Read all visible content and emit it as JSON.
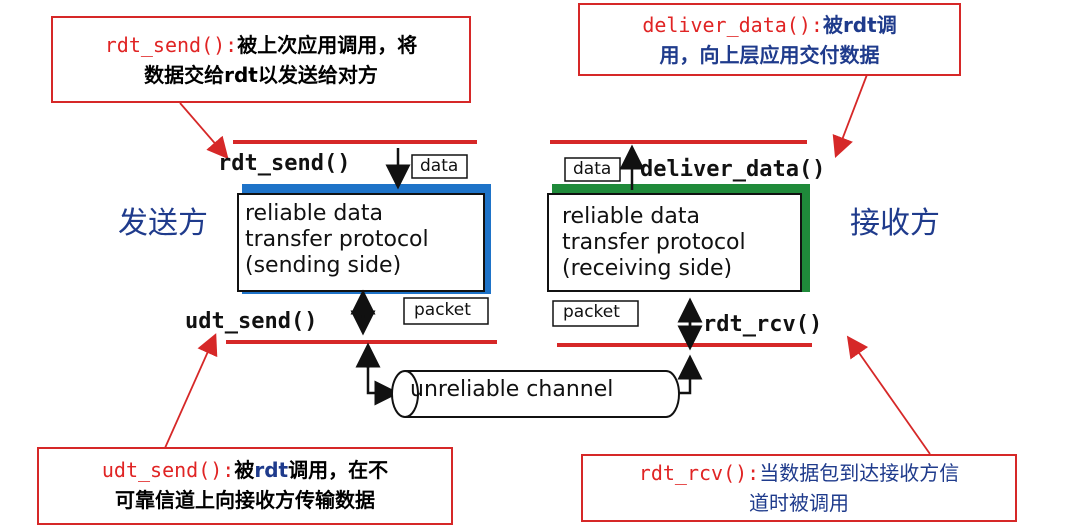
{
  "sender_label": "发送方",
  "receiver_label": "接收方",
  "calls": {
    "rdt_send": "rdt_send()",
    "udt_send": "udt_send()",
    "deliver_data": "deliver_data()",
    "rdt_rcv": "rdt_rcv()"
  },
  "tags": {
    "data": "data",
    "packet": "packet"
  },
  "sender_protocol": [
    "reliable data",
    "transfer protocol",
    "(sending side)"
  ],
  "receiver_protocol": [
    "reliable data",
    "transfer protocol",
    "(receiving side)"
  ],
  "channel": "unreliable channel",
  "callouts": {
    "rdt_send": {
      "fn": "rdt_send():",
      "line1": "被上次应用调用，将",
      "line2": "数据交给rdt以发送给对方"
    },
    "deliver_data": {
      "fn": "deliver_data():",
      "line1_a": "被",
      "line1_b": "rdt",
      "line1_c": "调",
      "line2": "用，向上层应用交付数据"
    },
    "udt_send": {
      "fn": "udt_send():",
      "line1_a": "被",
      "line1_b": "rdt",
      "line1_c": "调用，在不",
      "line2": "可靠信道上向接收方传输数据"
    },
    "rdt_rcv": {
      "fn": "rdt_rcv():",
      "line1": "当数据包到达接收方信",
      "line2": "道时被调用"
    }
  },
  "colors": {
    "red": "#d62828",
    "blue": "#1e73c8",
    "green": "#1f8a3a",
    "text_blue": "#1f3b8c"
  }
}
